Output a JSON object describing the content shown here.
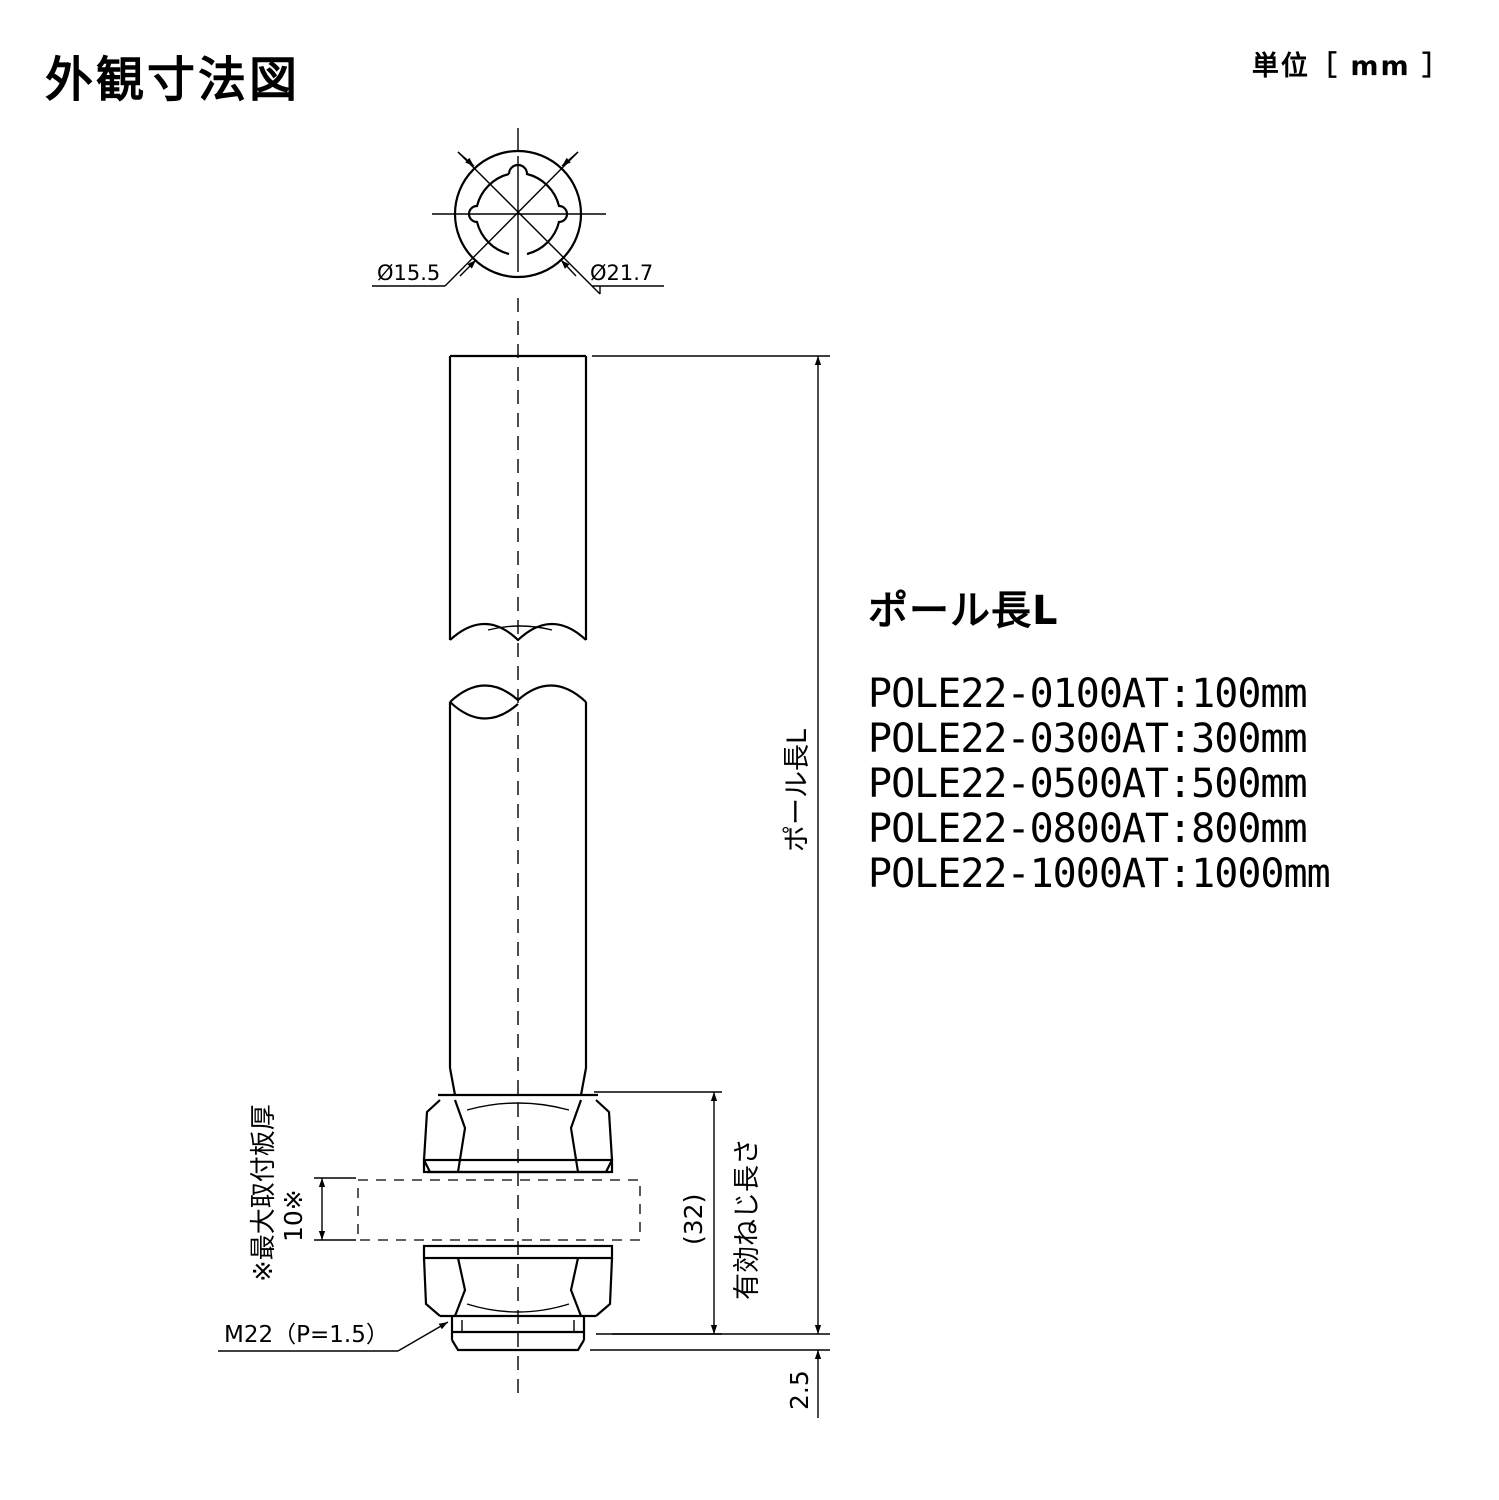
{
  "header": {
    "title": "外観寸法図",
    "unit": "単位［ mm ］"
  },
  "drawing": {
    "inner_diameter": "Ø15.5",
    "outer_diameter": "Ø21.7",
    "pole_length_label": "ポール長L",
    "thread_length_value": "(32)",
    "thread_length_label": "有効ねじ長さ",
    "max_plate_label": "※最大取付板厚",
    "max_plate_value": "10※",
    "thread_spec": "M22（P=1.5）",
    "thread_tip": "2.5"
  },
  "spec": {
    "heading": "ポール長L",
    "models": [
      {
        "model": "POLE22-0100AT",
        "length": "100mm"
      },
      {
        "model": "POLE22-0300AT",
        "length": "300mm"
      },
      {
        "model": "POLE22-0500AT",
        "length": "500mm"
      },
      {
        "model": "POLE22-0800AT",
        "length": "800mm"
      },
      {
        "model": "POLE22-1000AT",
        "length": "1000mm"
      }
    ]
  }
}
